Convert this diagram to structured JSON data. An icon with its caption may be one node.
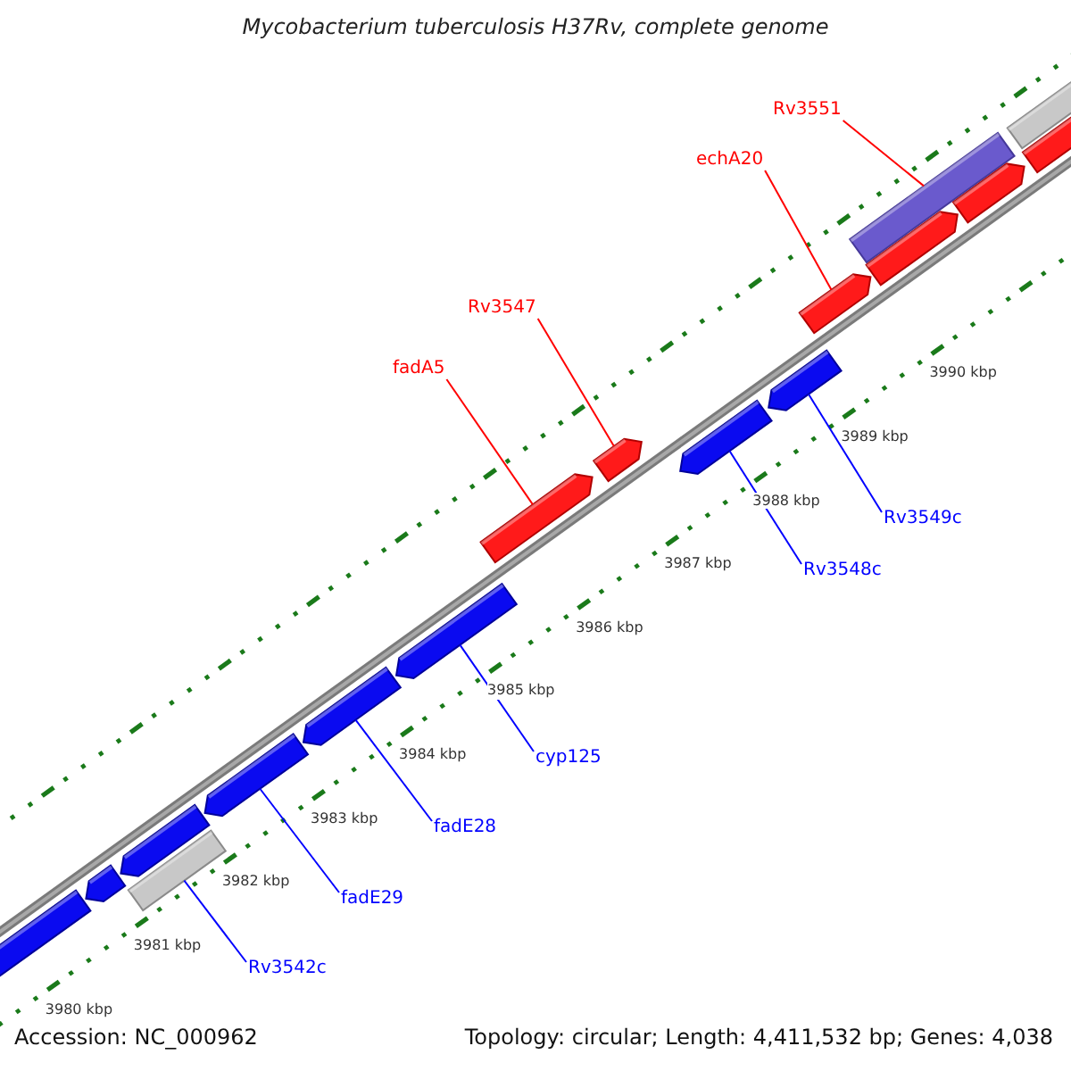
{
  "diagram": {
    "title": "Mycobacterium tuberculosis H37Rv, complete genome",
    "nodes": [
      {
        "text": [
          "Rv3551"
        ]
      },
      {
        "text": [
          "echA20"
        ]
      },
      {
        "text": [
          "Rv3547"
        ]
      },
      {
        "text": [
          "fadA5"
        ]
      },
      {
        "text": [
          "Rv3549c"
        ]
      },
      {
        "text": [
          "Rv3548c"
        ]
      },
      {
        "text": [
          "cyp125"
        ]
      },
      {
        "text": [
          "fadE28"
        ]
      },
      {
        "text": [
          "fadE29"
        ]
      },
      {
        "text": [
          "Rv3542c"
        ]
      },
      {
        "text": [],
        "shape": "pentagon"
      },
      {
        "text": [],
        "shape": "pentagon"
      },
      {
        "text": [],
        "shape": "bar"
      },
      {
        "text": [],
        "shape": "pentagon"
      },
      {
        "text": [],
        "shape": "pentagon"
      },
      {
        "text": [],
        "shape": "pentagon"
      },
      {
        "text": [],
        "shape": "pentagon"
      },
      {
        "text": [],
        "shape": "pentagon"
      },
      {
        "text": [],
        "shape": "pentagon"
      },
      {
        "text": [],
        "shape": "pentagon"
      },
      {
        "text": [],
        "shape": "pentagon"
      },
      {
        "text": [],
        "shape": "pentagon"
      },
      {
        "text": [],
        "shape": "bar"
      },
      {
        "text": [],
        "shape": "pentagon"
      },
      {
        "text": [],
        "shape": "pentagon"
      },
      {
        "text": [],
        "shape": "bar"
      },
      {
        "text": [],
        "shape": "pentagon"
      }
    ],
    "edges": [
      {
        "from": 0,
        "to": 22,
        "arrow": "none",
        "color": "#ff0000"
      },
      {
        "from": 1,
        "to": 21,
        "arrow": "none",
        "color": "#ff0000"
      },
      {
        "from": 2,
        "to": 18,
        "arrow": "none",
        "color": "#ff0000"
      },
      {
        "from": 3,
        "to": 17,
        "arrow": "none",
        "color": "#ff0000"
      },
      {
        "from": 4,
        "to": 20,
        "arrow": "none"
      },
      {
        "from": 5,
        "to": 19,
        "arrow": "none"
      },
      {
        "from": 6,
        "to": 16,
        "arrow": "none"
      },
      {
        "from": 7,
        "to": 15,
        "arrow": "none"
      },
      {
        "from": 8,
        "to": 14,
        "arrow": "none"
      },
      {
        "from": 9,
        "to": 12,
        "arrow": "none"
      }
    ],
    "labels": [
      "3980 kbp",
      "3981 kbp",
      "3982 kbp",
      "3983 kbp",
      "3984 kbp",
      "3985 kbp",
      "3986 kbp",
      "3987 kbp",
      "3988 kbp",
      "3989 kbp",
      "3990 kbp",
      "Accession: NC_000962",
      "Topology: circular; Length: 4,411,532 bp; Genes: 4,038"
    ]
  }
}
